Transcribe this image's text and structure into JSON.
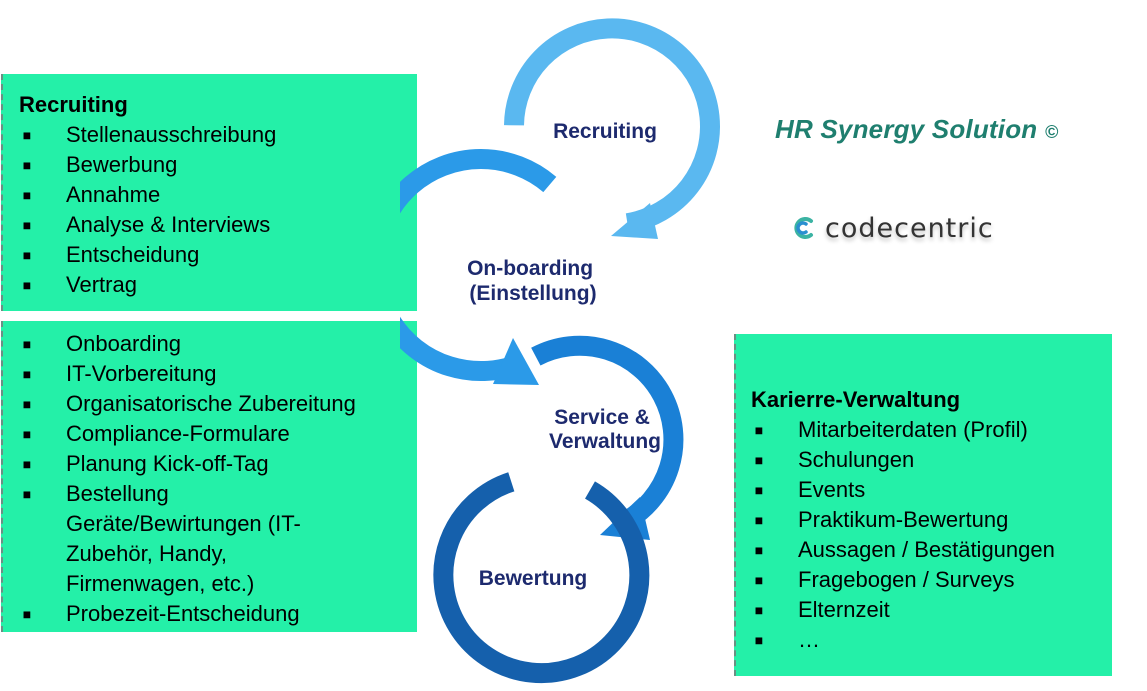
{
  "recruiting_box": {
    "title": "Recruiting",
    "items": [
      "Stellenausschreibung",
      "Bewerbung",
      "Annahme",
      "Analyse & Interviews",
      "Entscheidung",
      "Vertrag"
    ]
  },
  "onboarding_box": {
    "items": [
      [
        "Onboarding"
      ],
      [
        "IT-Vorbereitung"
      ],
      [
        "Organisatorische Zubereitung"
      ],
      [
        "Compliance-Formulare"
      ],
      [
        "Planung Kick-off-Tag"
      ],
      [
        "Bestellung",
        "Geräte/Bewirtungen (IT-",
        "Zubehör, Handy,",
        "Firmenwagen, etc.)"
      ],
      [
        "Probezeit-Entscheidung"
      ]
    ]
  },
  "karriere_box": {
    "title": "Karierre-Verwaltung",
    "items": [
      "Mitarbeiterdaten (Profil)",
      "Schulungen",
      "Events",
      "Praktikum-Bewertung",
      "Aussagen / Bestätigungen",
      "Fragebogen / Surveys",
      "Elternzeit",
      "…"
    ]
  },
  "cycle": {
    "stages": [
      {
        "lines": [
          "Recruiting"
        ],
        "color": "#5ab8f0"
      },
      {
        "lines": [
          "On-boarding",
          "(Einstellung)"
        ],
        "color": "#2b9ae8"
      },
      {
        "lines": [
          "Service &",
          "Verwaltung"
        ],
        "color": "#1a80d6"
      },
      {
        "lines": [
          "Bewertung"
        ],
        "color": "#1560ac"
      }
    ],
    "label_color": "#1d2a6e"
  },
  "brand": {
    "title": "HR Synergy Solution",
    "copyright": "©",
    "logo_text": "codecentric",
    "logo_icon": "codecentric-logo-icon"
  }
}
